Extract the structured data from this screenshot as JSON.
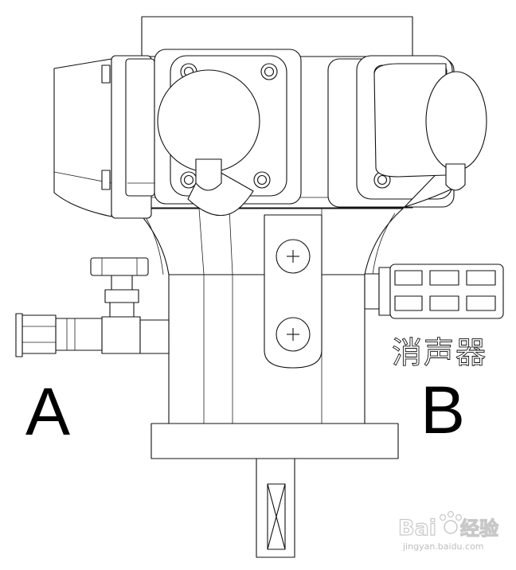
{
  "labels": {
    "port_a": "A",
    "port_b": "B",
    "muffler": "消声器"
  },
  "watermark": {
    "brand": "Bai",
    "brand_cn": "经验",
    "url": "jingyan.baidu.com"
  }
}
